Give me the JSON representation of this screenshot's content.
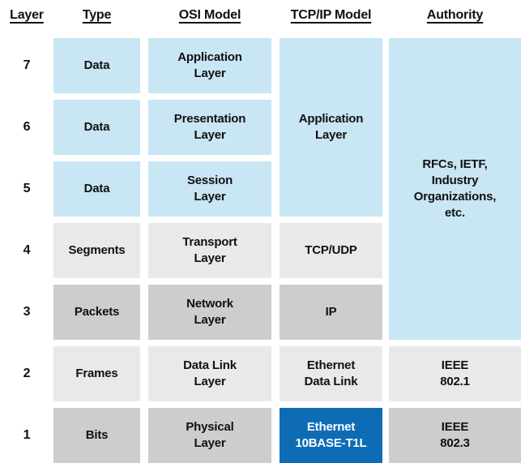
{
  "header": {
    "columns": [
      "Layer",
      "Type",
      "OSI Model",
      "TCP/IP Model",
      "Authority"
    ]
  },
  "rows": [
    {
      "layer": "7",
      "type": "Data",
      "osi": "Application\nLayer"
    },
    {
      "layer": "6",
      "type": "Data",
      "osi": "Presentation\nLayer"
    },
    {
      "layer": "5",
      "type": "Data",
      "osi": "Session\nLayer"
    },
    {
      "layer": "4",
      "type": "Segments",
      "osi": "Transport\nLayer",
      "tcpip": "TCP/UDP"
    },
    {
      "layer": "3",
      "type": "Packets",
      "osi": "Network\nLayer",
      "tcpip": "IP"
    },
    {
      "layer": "2",
      "type": "Frames",
      "osi": "Data Link\nLayer",
      "tcpip": "Ethernet\nData Link",
      "authority": "IEEE\n802.1"
    },
    {
      "layer": "1",
      "type": "Bits",
      "osi": "Physical\nLayer",
      "tcpip": "Ethernet\n10BASE-T1L",
      "authority": "IEEE\n802.3"
    }
  ],
  "merged_cells": {
    "tcpip_application": "Application\nLayer",
    "authority_standards": "RFCs, IETF,\nIndustry\nOrganizations,\netc."
  },
  "colors": {
    "light_blue": "#c8e6f4",
    "light_gray": "#e8e9ea",
    "mid_gray": "#cccdce",
    "brand_blue": "#0e6cb5",
    "text": "#111111",
    "highlight_text": "#ffffff"
  }
}
